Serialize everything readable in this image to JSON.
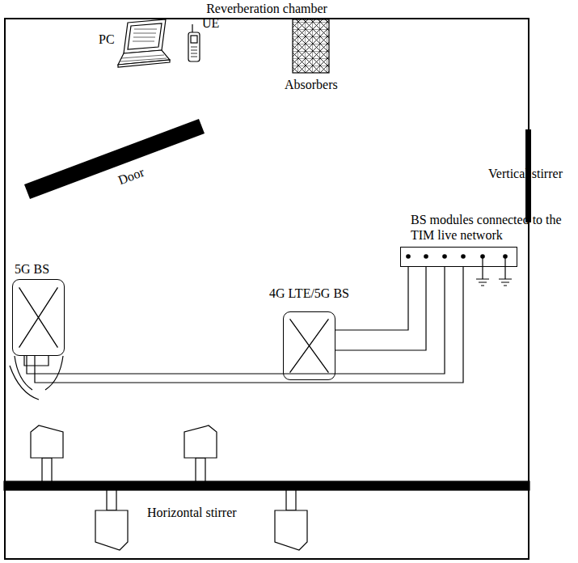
{
  "diagram": {
    "title": "Reverberation chamber",
    "nodes": [
      {
        "text": [
          "Reverberation chamber"
        ]
      },
      {
        "text": [
          "5G BS"
        ],
        "in": 0
      },
      {
        "text": [
          "4G LTE/5G BS"
        ],
        "in": 0
      },
      {
        "text": [
          "BS modules connected to the TIM live network"
        ]
      }
    ],
    "edges": [
      {
        "from": 2,
        "to": 3,
        "arrow": "none"
      },
      {
        "from": 2,
        "to": 3,
        "arrow": "none"
      },
      {
        "from": 1,
        "to": 3,
        "arrow": "none"
      },
      {
        "from": 1,
        "to": 3,
        "arrow": "none"
      }
    ],
    "labels": [
      "PC",
      "UE",
      "Absorbers",
      "Vertical stirrer",
      "Door",
      "Horizontal stirrer"
    ]
  }
}
